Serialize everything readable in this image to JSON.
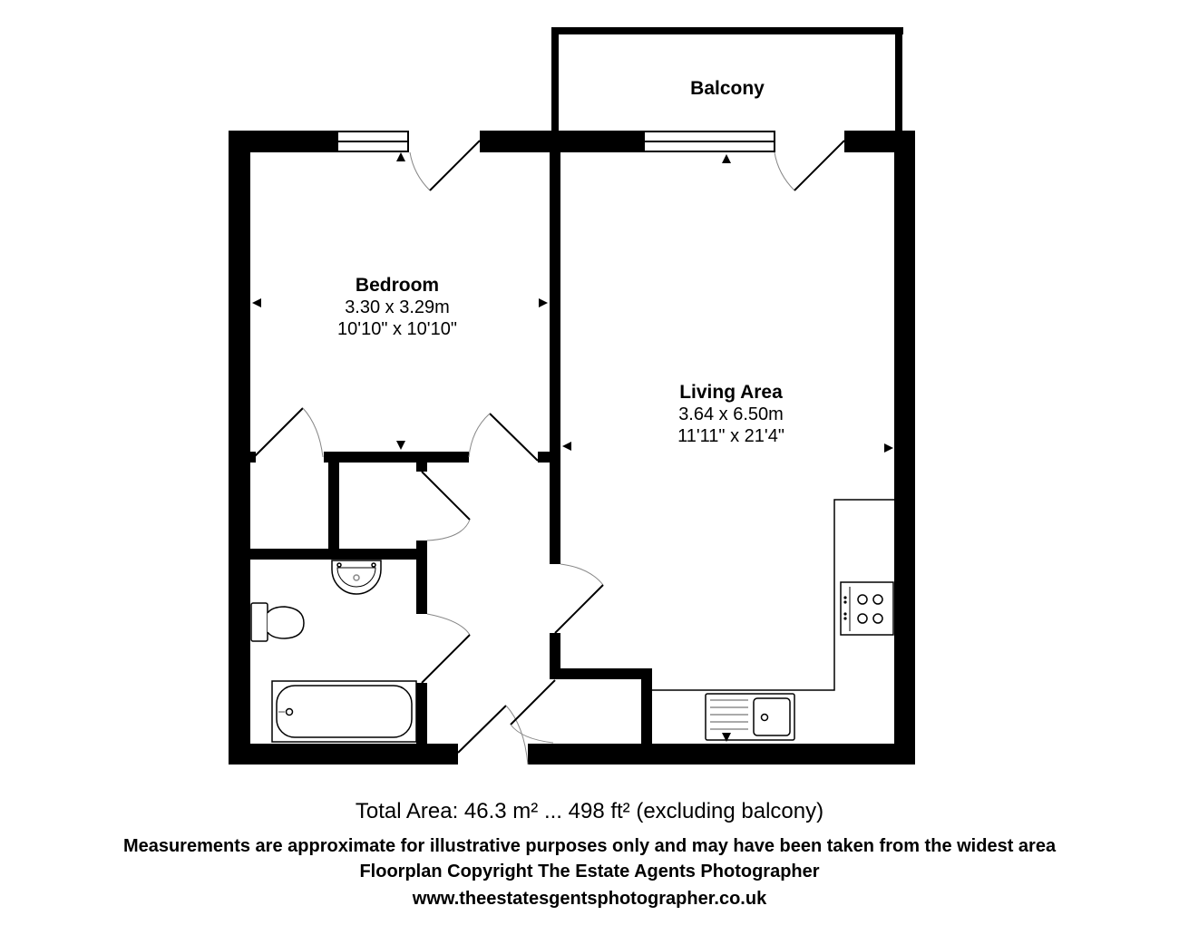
{
  "rooms": {
    "balcony": {
      "name": "Balcony"
    },
    "bedroom": {
      "name": "Bedroom",
      "metric": "3.30 x 3.29m",
      "imperial": "10'10\" x 10'10\""
    },
    "living": {
      "name": "Living Area",
      "metric": "3.64 x 6.50m",
      "imperial": "11'11\" x 21'4\""
    }
  },
  "fixtures": [
    "window-icon",
    "door-icon",
    "sink-icon",
    "toilet-icon",
    "bath-icon",
    "hob-icon",
    "kitchen-sink-icon"
  ],
  "footer": {
    "total_area": "Total Area: 46.3 m² ... 498 ft² (excluding balcony)",
    "disclaimer": "Measurements are approximate for illustrative purposes only and may have been taken from the widest area",
    "copyright": "Floorplan Copyright The Estate Agents Photographer",
    "website": "www.theestatesgentsphotographer.co.uk"
  },
  "colors": {
    "wall": "#000000",
    "background": "#ffffff",
    "arc": "#888888"
  }
}
